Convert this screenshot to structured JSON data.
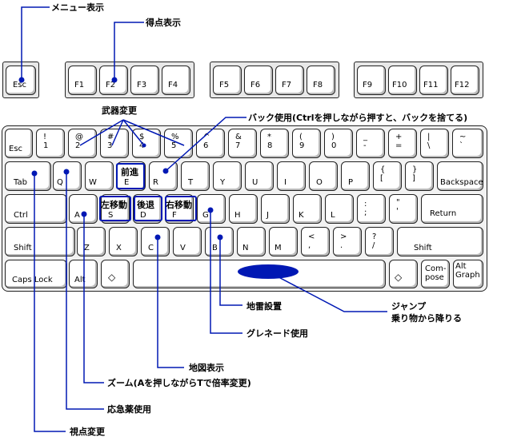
{
  "colors": {
    "accent": "#0018b4",
    "line": "#0018b4",
    "key_border": "#222222"
  },
  "annotations": {
    "menu": "メニュー表示",
    "score": "得点表示",
    "weapon": "武器変更",
    "pack": "バック使用(Ctrlを押しながら押すと、バックを捨てる)",
    "forward": "前進",
    "left": "左移動",
    "back": "後退",
    "right": "右移動",
    "mine": "地雷設置",
    "jump1": "ジャンプ",
    "jump2": "乗り物から降りる",
    "grenade": "グレネード使用",
    "map": "地図表示",
    "zoom": "ズーム(Aを押しながらTで倍率変更)",
    "first_aid": "応急薬使用",
    "view": "視点変更"
  },
  "keys": {
    "esc_top": "Esc",
    "f1": "F1",
    "f2": "F2",
    "f3": "F3",
    "f4": "F4",
    "f5": "F5",
    "f6": "F6",
    "f7": "F7",
    "f8": "F8",
    "f9": "F9",
    "f10": "F10",
    "f11": "F11",
    "f12": "F12",
    "esc": "Esc",
    "n1": "!\n1",
    "n2": "@\n2",
    "n3": "#\n3",
    "n4": "$\n4",
    "n5": "%\n5",
    "n6": "^\n6",
    "n7": "&\n7",
    "n8": "*\n8",
    "n9": "(\n9",
    "n0": ")\n0",
    "minus": "_\n-",
    "equal": "+\n=",
    "backslash": "|\n\\",
    "tilde": "~\n`",
    "tab": "Tab",
    "q": "Q",
    "w": "W",
    "e": "E",
    "r": "R",
    "t": "T",
    "y": "Y",
    "u": "U",
    "i": "I",
    "o": "O",
    "p": "P",
    "lbrace": "{\n[",
    "rbrace": "}\n]",
    "backspace": "Backspace",
    "ctrl": "Ctrl",
    "a": "A",
    "s": "S",
    "d": "D",
    "f": "F",
    "g": "G",
    "h": "H",
    "j": "J",
    "k": "K",
    "l": "L",
    "semicolon": ":\n;",
    "quote": "\"\n'",
    "return": "Return",
    "shift_l": "Shift",
    "z": "Z",
    "x": "X",
    "c": "C",
    "v": "V",
    "b": "B",
    "n": "N",
    "m": "M",
    "comma": "<\n,",
    "period": ">\n.",
    "slash": "?\n/",
    "shift_r": "Shift",
    "caps": "Caps Lock",
    "alt_l": "Alt",
    "diamond_l": "◇",
    "diamond_r": "◇",
    "compose": "Com-\npose",
    "altgraph": "Alt\nGraph"
  }
}
